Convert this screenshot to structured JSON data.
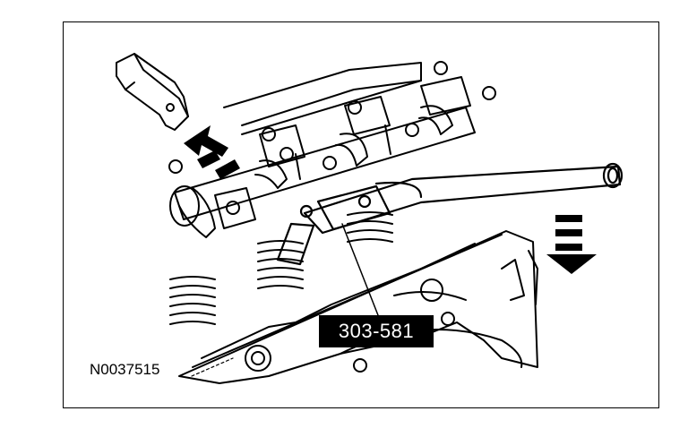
{
  "figure": {
    "id": "N0037515",
    "tool_callout": "303-581"
  },
  "colors": {
    "line": "#000000",
    "background": "#ffffff"
  },
  "icons": [
    "rocker-arm",
    "removal-arrow",
    "push-down-arrow",
    "compressor-tool",
    "camshaft",
    "valve-spring"
  ]
}
